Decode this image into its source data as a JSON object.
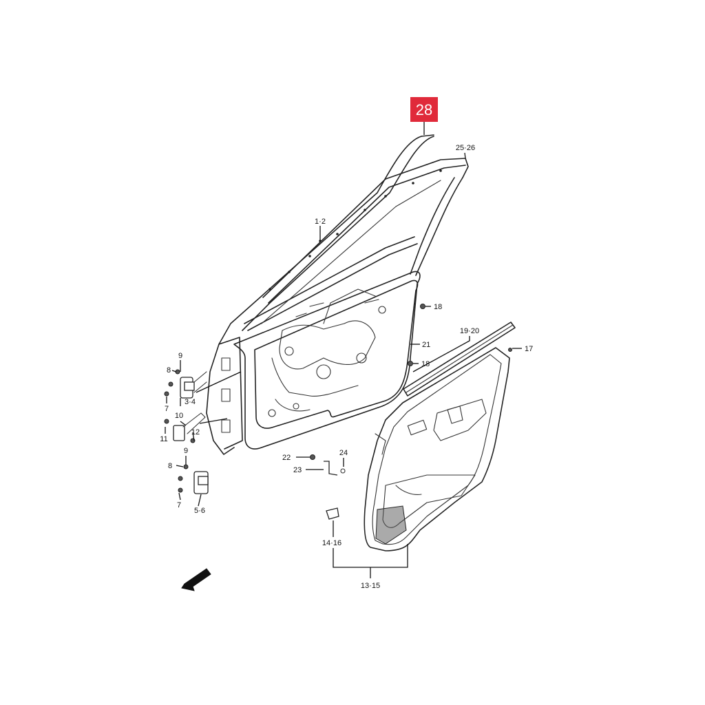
{
  "badge": {
    "text": "28",
    "color": "#e02a3a"
  },
  "callouts": {
    "c25_26": "25·26",
    "c1_2": "1·2",
    "c18a": "18",
    "c18b": "18",
    "c21": "21",
    "c19_20": "19·20",
    "c17": "17",
    "c9a": "9",
    "c8a": "8",
    "c3_4": "3·4",
    "c7a": "7",
    "c10": "10",
    "c11": "11",
    "c12": "12",
    "c9b": "9",
    "c8b": "8",
    "c7b": "7",
    "c5_6": "5·6",
    "c22": "22",
    "c23": "23",
    "c24": "24",
    "c14_16": "14·16",
    "c13_15": "13·15"
  },
  "direction_arrow": {
    "icon": "front-direction-arrow-icon"
  }
}
